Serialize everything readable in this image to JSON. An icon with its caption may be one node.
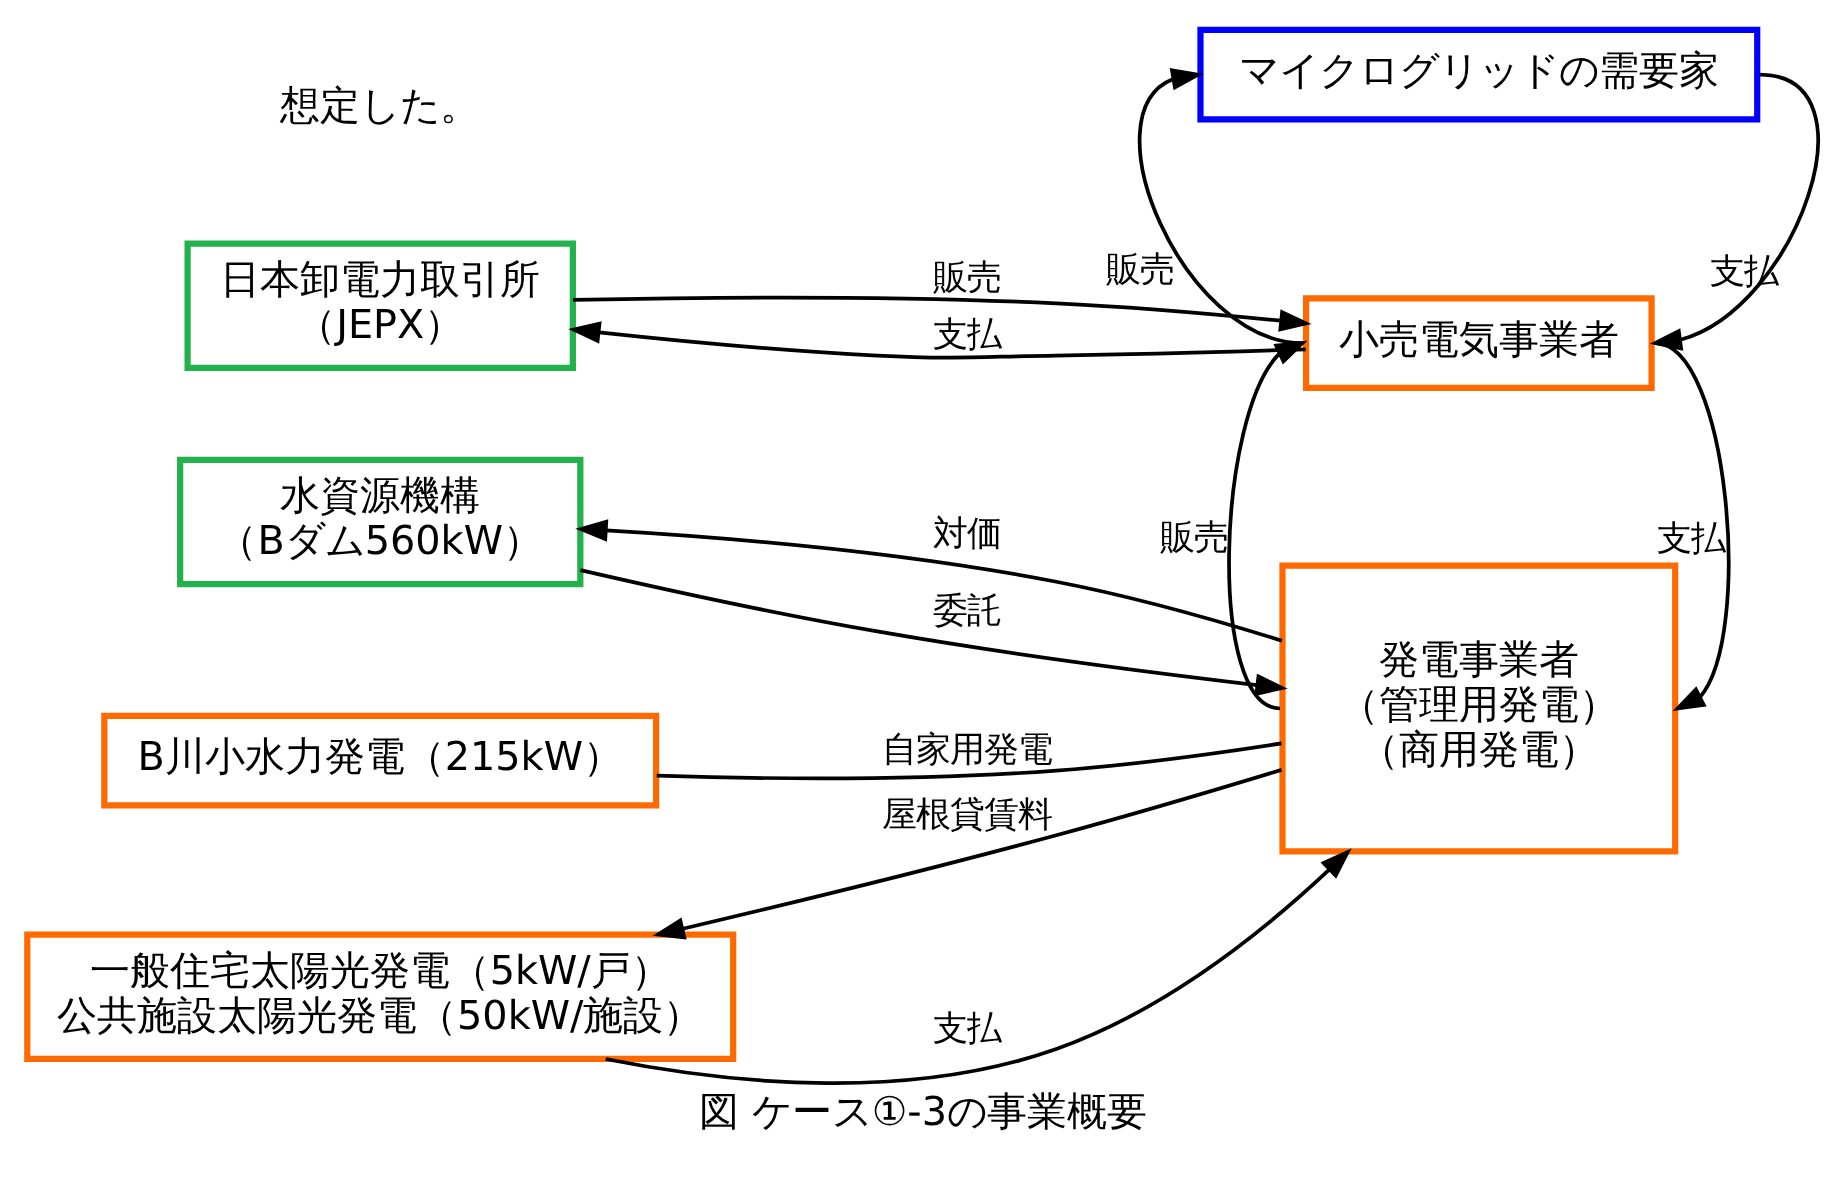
{
  "diagram": {
    "caption": "図 ケース①-3の事業概要",
    "nodes": [
      {
        "text": [
          "水資源機構",
          "（Bダム560kW）"
        ]
      },
      {
        "text": [
          "B川小水力発電（215kW）"
        ]
      },
      {
        "text": [
          "一般住宅太陽光発電（5kW/戸）",
          "公共施設太陽光発電（50kW/施設）"
        ]
      },
      {
        "text": [
          "発電事業者",
          "（管理用発電）",
          "（商用発電）"
        ]
      },
      {
        "text": [
          "日本卸電力取引所",
          "（JEPX）"
        ]
      },
      {
        "text": [
          "小売電気事業者"
        ]
      },
      {
        "text": [
          "マイクログリッドの需要家"
        ]
      }
    ],
    "edges": [
      {
        "from": 0,
        "to": 3,
        "arrow": "to",
        "label": "委託"
      },
      {
        "from": 3,
        "to": 0,
        "arrow": "to",
        "label": "対価"
      },
      {
        "from": 1,
        "to": 3,
        "arrow": "none",
        "label": "自家用発電"
      },
      {
        "from": 2,
        "to": 3,
        "arrow": "to",
        "label": "支払"
      },
      {
        "from": 3,
        "to": 2,
        "arrow": "to",
        "label": "屋根貸賃料"
      },
      {
        "from": 3,
        "to": 5,
        "arrow": "to",
        "label": "販売"
      },
      {
        "from": 5,
        "to": 3,
        "arrow": "to",
        "label": "支払"
      },
      {
        "from": 4,
        "to": 5,
        "arrow": "to",
        "label": "販売"
      },
      {
        "from": 5,
        "to": 4,
        "arrow": "to",
        "label": "支払"
      },
      {
        "from": 5,
        "to": 6,
        "arrow": "to",
        "label": "販売"
      },
      {
        "from": 6,
        "to": 5,
        "arrow": "to",
        "label": "支払"
      }
    ],
    "labels": [
      "想定した。"
    ]
  }
}
